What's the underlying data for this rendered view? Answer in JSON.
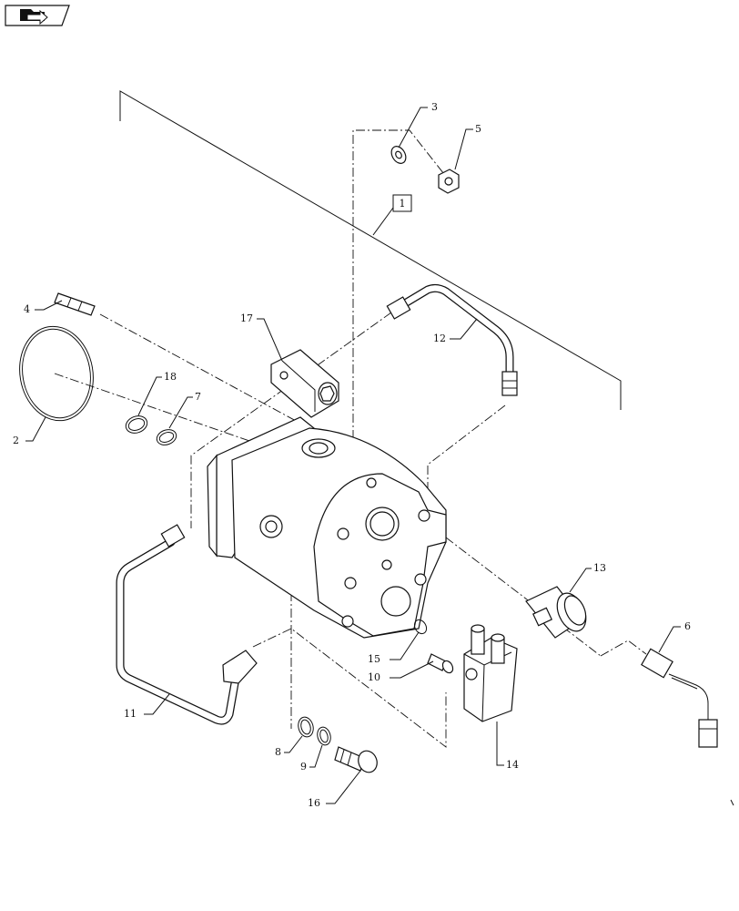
{
  "nav": {
    "icon": "arrow-folder-icon"
  },
  "reference_box": "1",
  "callouts": {
    "c2": "2",
    "c3": "3",
    "c4": "4",
    "c5": "5",
    "c6": "6",
    "c7": "7",
    "c8": "8",
    "c9": "9",
    "c10": "10",
    "c11": "11",
    "c12": "12",
    "c13": "13",
    "c14": "14",
    "c15": "15",
    "c16": "16",
    "c17": "17",
    "c18": "18"
  }
}
